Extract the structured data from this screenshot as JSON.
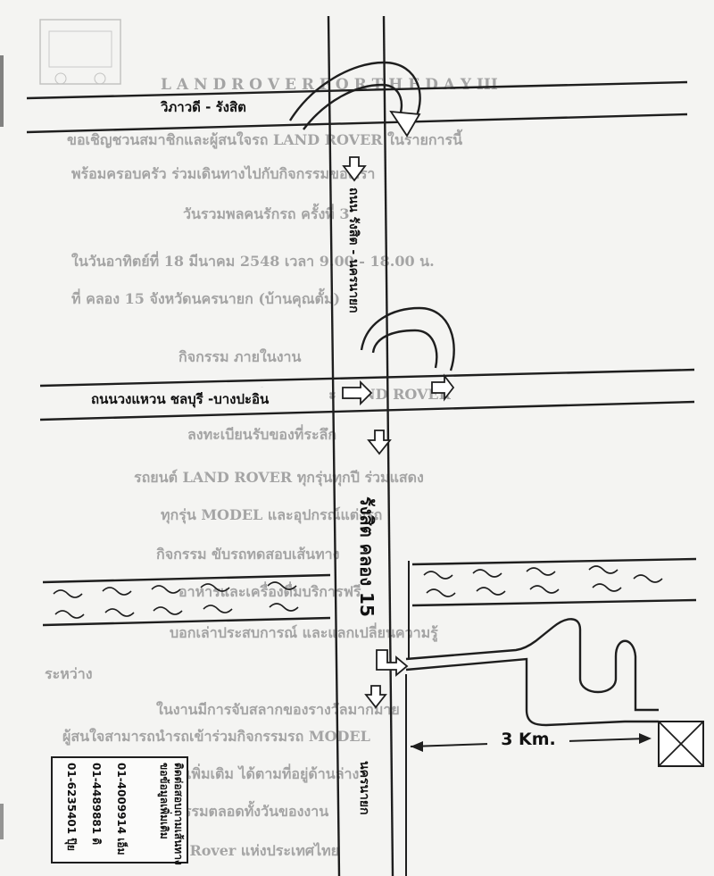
{
  "roads": {
    "top_highway": "วิภาวดี - รังสิต",
    "vertical_road": "ถนน รังสิต - นครนายก",
    "ring_road": "ถนนวงแหวน ชลบุรี -บางปะอิน",
    "canal_road": "รังสิต คลอง 15",
    "bottom_road": "นครนายก"
  },
  "distance_label": "3 Km.",
  "contact_box": {
    "title_lines": [
      "ติดต่อสอบถามเส้นทาง",
      "ขอข้อมูลเพิ่มเติม"
    ],
    "contacts": [
      "01-4009914 เอ็ม",
      "01-4489881 ดิ",
      "01-6235401 ปุ๊ย"
    ]
  },
  "background_text": {
    "heading": "L A N D   R O V E R   F O R   T H E   D A Y   III",
    "lines": [
      "ขอเชิญชวนสมาชิกและผู้สนใจรถ LAND ROVER ในรายการนี้",
      "พร้อมครอบครัว ร่วมเดินทางไปกับกิจกรรมของเรา",
      "วันรวมพลคนรักรถ ครั้งที่ 3",
      "ในวันอาทิตย์ที่ 18 มีนาคม 2548 เวลา 9.00 - 18.00 น.",
      "ที่ คลอง 15 จังหวัดนครนายก (บ้านคุณตั้ม)",
      "กิจกรรม ภายในงาน",
      "ประชุมสมาชิกและพบปะ LAND ROVER",
      "ลงทะเบียนรับของที่ระลึก",
      "รถยนต์ LAND ROVER ทุกรุ่นทุกปี ร่วมแสดง",
      "ทุกรุ่น MODEL และอุปกรณ์แต่งรถ",
      "กิจกรรม ขับรถทดสอบเส้นทาง",
      "อาหารและเครื่องดื่มบริการฟรี",
      "บอกเล่าประสบการณ์ และแลกเปลี่ยนความรู้",
      "ระหว่าง",
      "ในงานมีการจับสลากของรางวัลมากมาย",
      "ผู้สนใจสามารถนำรถเข้าร่วมกิจกรรมรถ MODEL",
      "สอบถามรายละเอียดเพิ่มเติม ได้ตามที่อยู่ด้านล่าง",
      "และร่วมสนุกกับกิจกรรมตลอดทั้งวันของงาน",
      "ชมรมผู้ใช้รถ Land Rover แห่งประเทศไทย"
    ]
  },
  "colors": {
    "ink": "#1e1e1e",
    "paper": "#f4f4f2",
    "bleed": "#9c9c9c"
  }
}
